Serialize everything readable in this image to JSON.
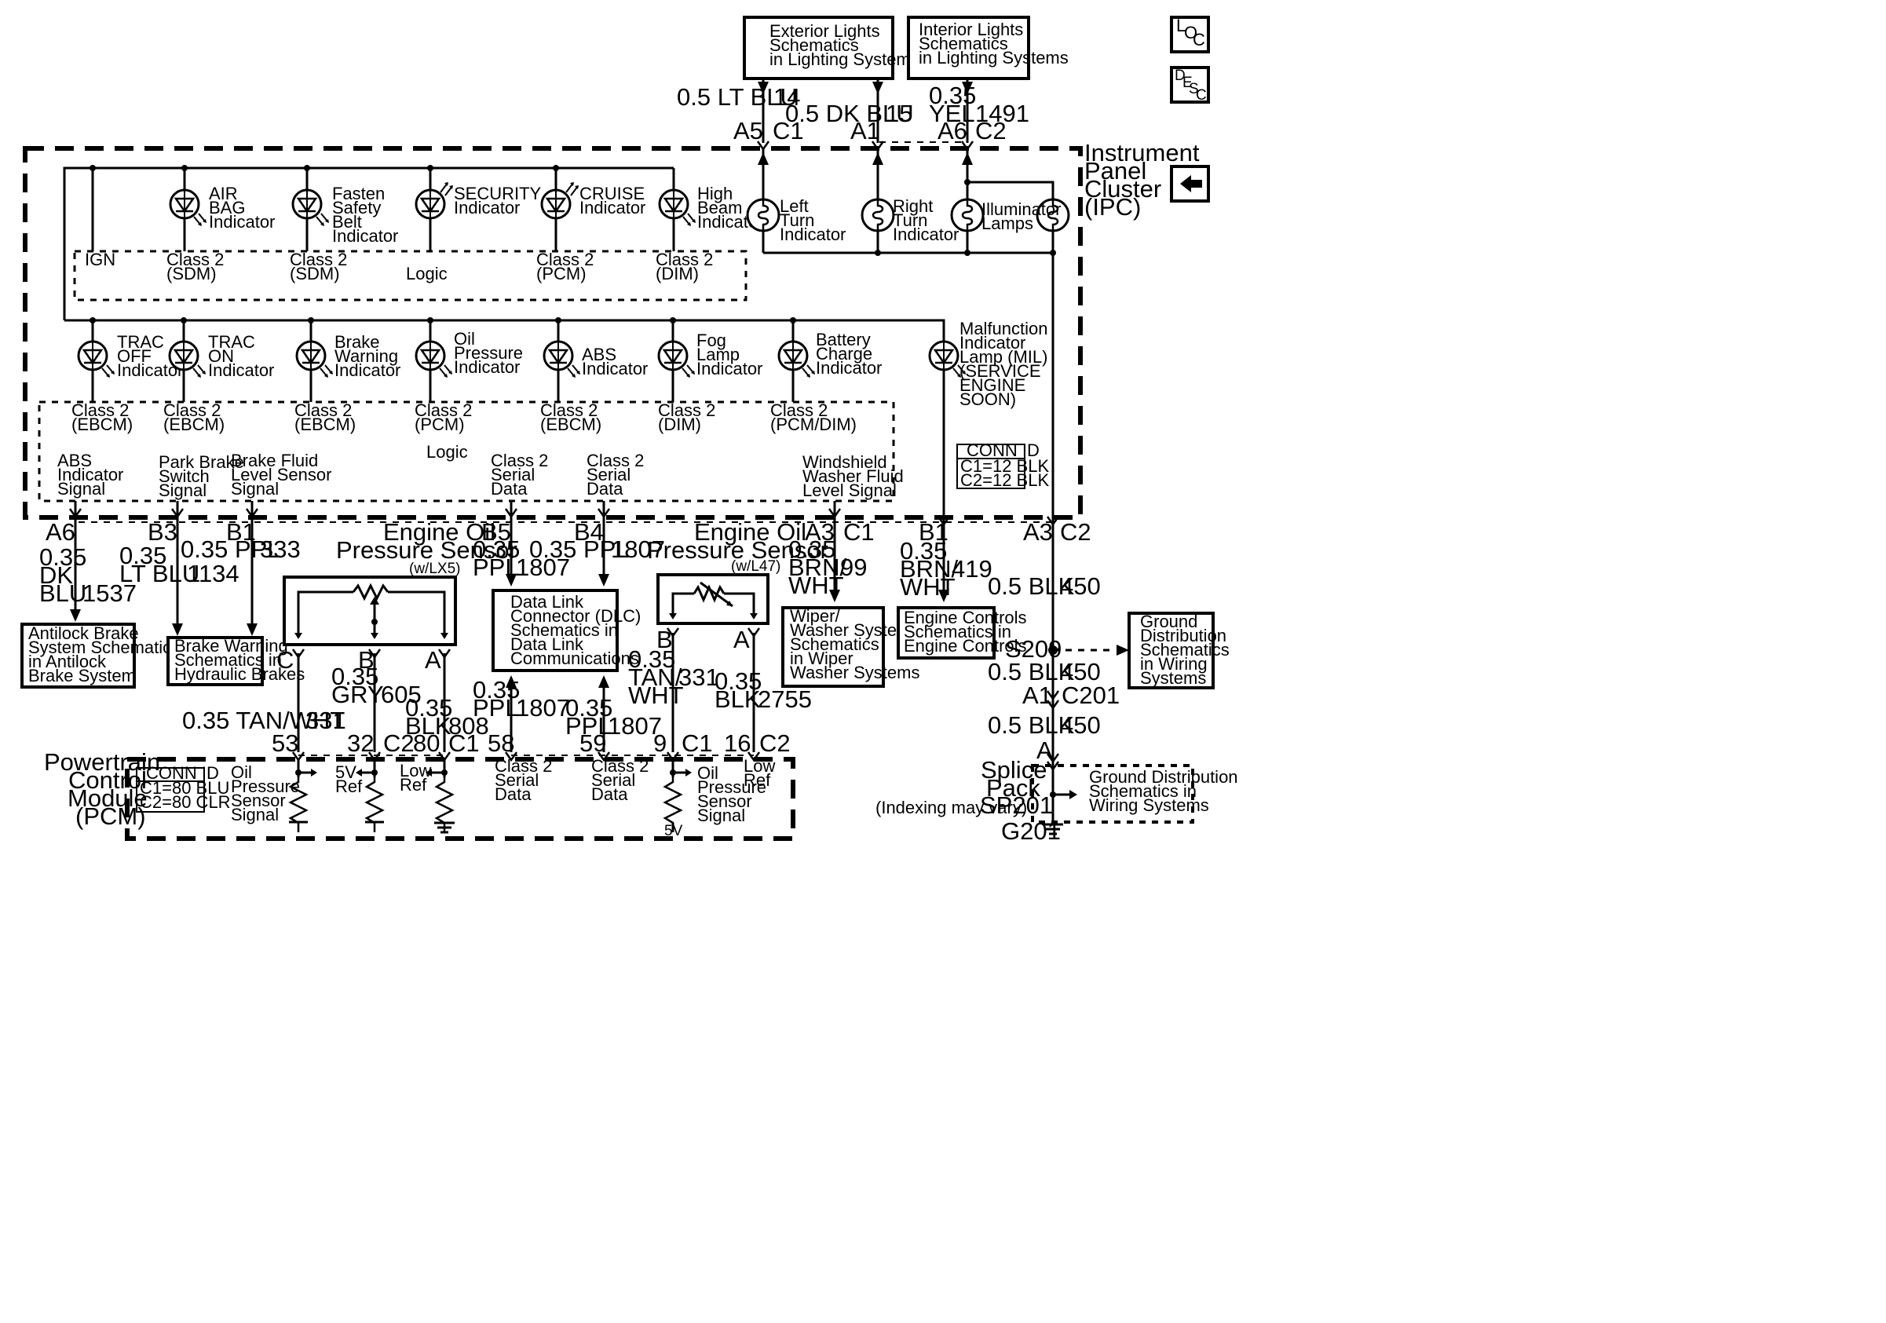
{
  "external_boxes": {
    "exterior_lights": [
      "Exterior Lights",
      "Schematics",
      "in Lighting Systems"
    ],
    "interior_lights": [
      "Interior Lights",
      "Schematics",
      "in Lighting Systems"
    ],
    "antilock_brake": [
      "Antilock Brake",
      "System Schematics",
      "in Antilock",
      "Brake System"
    ],
    "brake_warning": [
      "Brake Warning",
      "Schematics in",
      "Hydraulic Brakes"
    ],
    "dlc": [
      "Data Link",
      "Connector (DLC)",
      "Schematics in",
      "Data Link",
      "Communications"
    ],
    "wiper": [
      "Wiper/",
      "Washer System",
      "Schematics",
      "in Wiper",
      "Washer Systems"
    ],
    "engine_controls": [
      "Engine Controls",
      "Schematics in",
      "Engine Controls"
    ],
    "ground_distribution": [
      "Ground",
      "Distribution",
      "Schematics",
      "in Wiring",
      "Systems"
    ],
    "splice_ground": [
      "Ground Distribution",
      "Schematics in",
      "Wiring Systems"
    ]
  },
  "nav": {
    "loc": [
      "L",
      "O",
      "C"
    ],
    "desc": [
      "D",
      "E",
      "S",
      "C"
    ]
  },
  "ipc": {
    "title": [
      "Instrument",
      "Panel",
      "Cluster",
      "(IPC)"
    ],
    "conn_id": [
      "CONN ID",
      "C1=12 BLK",
      "C2=12 BLK"
    ],
    "top_wires": {
      "w14": {
        "gauge_color": "0.5 LT BLU",
        "circuit": "14",
        "pin": "A5",
        "conn": "C1"
      },
      "w15": {
        "gauge_color": "0.5 DK BLU",
        "circuit": "15",
        "pin": "A1"
      },
      "w1491": {
        "gauge": "0.35",
        "color": "YEL",
        "circuit": "1491",
        "pin": "A6",
        "conn": "C2"
      }
    },
    "upper_indicators": [
      {
        "label": [
          "AIR",
          "BAG",
          "Indicator"
        ],
        "source": [
          "Class 2",
          "(SDM)"
        ]
      },
      {
        "label": [
          "Fasten",
          "Safety",
          "Belt",
          "Indicator"
        ],
        "source": [
          "Class 2",
          "(SDM)"
        ]
      },
      {
        "label": [
          "SECURITY",
          "Indicator"
        ]
      },
      {
        "label": [
          "CRUISE",
          "Indicator"
        ],
        "source": [
          "Class 2",
          "(PCM)"
        ]
      },
      {
        "label": [
          "High",
          "Beam",
          "Indicator"
        ],
        "source": [
          "Class 2",
          "(DIM)"
        ]
      }
    ],
    "ign": "IGN",
    "logic": "Logic",
    "lamps": {
      "left_turn": [
        "Left",
        "Turn",
        "Indicator"
      ],
      "right_turn": [
        "Right",
        "Turn",
        "Indicator"
      ],
      "illuminator": [
        "Illuminator",
        "Lamps"
      ]
    },
    "lower_indicators": [
      {
        "label": [
          "TRAC",
          "OFF",
          "Indicator"
        ],
        "source": [
          "Class 2",
          "(EBCM)"
        ]
      },
      {
        "label": [
          "TRAC",
          "ON",
          "Indicator"
        ],
        "source": [
          "Class 2",
          "(EBCM)"
        ]
      },
      {
        "label": [
          "Brake",
          "Warning",
          "Indicator"
        ],
        "source": [
          "Class 2",
          "(EBCM)"
        ]
      },
      {
        "label": [
          "Oil",
          "Pressure",
          "Indicator"
        ],
        "source": [
          "Class 2",
          "(PCM)"
        ]
      },
      {
        "label": [
          "ABS",
          "Indicator"
        ],
        "source": [
          "Class 2",
          "(EBCM)"
        ]
      },
      {
        "label": [
          "Fog",
          "Lamp",
          "Indicator"
        ],
        "source": [
          "Class 2",
          "(DIM)"
        ]
      },
      {
        "label": [
          "Battery",
          "Charge",
          "Indicator"
        ],
        "source": [
          "Class 2",
          "(PCM/DIM)"
        ]
      }
    ],
    "mil": [
      "Malfunction",
      "Indicator",
      "Lamp (MIL)",
      "(SERVICE",
      "ENGINE",
      "SOON)"
    ],
    "signals": {
      "abs": [
        "ABS",
        "Indicator",
        "Signal"
      ],
      "park": [
        "Park Brake",
        "Switch",
        "Signal"
      ],
      "fluid": [
        "Brake Fluid",
        "Level Sensor",
        "Signal"
      ],
      "serial1": [
        "Class 2",
        "Serial",
        "Data"
      ],
      "serial2": [
        "Class 2",
        "Serial",
        "Data"
      ],
      "washer": [
        "Windshield",
        "Washer Fluid",
        "Level Signal"
      ]
    }
  },
  "bottom_wires": {
    "a6": {
      "pin": "A6",
      "gauge": "0.35",
      "color": [
        "DK",
        "BLU"
      ],
      "circuit": "1537"
    },
    "b3": {
      "pin": "B3",
      "gauge": "0.35",
      "color": "LT BLU",
      "circuit": "1134"
    },
    "b1_333": {
      "pin": "B1",
      "gauge_color": "0.35 PPL",
      "circuit": "333"
    },
    "b5": {
      "pin": "B5",
      "gauge": "0.35",
      "color": "PPL",
      "circuit": "1807"
    },
    "b4": {
      "pin": "B4",
      "gauge_color": "0.35 PPL",
      "circuit": "1807"
    },
    "a3_99": {
      "pin": "A3",
      "conn": "C1",
      "gauge": "0.35",
      "color": [
        "BRN/",
        "WHT"
      ],
      "circuit": "99"
    },
    "b1_419": {
      "pin": "B1",
      "gauge": "0.35",
      "color": [
        "BRN/",
        "WHT"
      ],
      "circuit": "419"
    },
    "a3_450": {
      "pin": "A3",
      "conn": "C2",
      "gauge_color": "0.5 BLK",
      "circuit": "450"
    }
  },
  "sensors": {
    "lx5": {
      "title": [
        "Engine Oil",
        "Pressure Sensor"
      ],
      "variant": "(w/LX5)",
      "pins": [
        "C",
        "B",
        "A"
      ]
    },
    "l47": {
      "title": [
        "Engine Oil",
        "Pressure Sensor"
      ],
      "variant": "(w/L47)",
      "pins": [
        "B",
        "A"
      ]
    }
  },
  "pcm_wires": {
    "w331a": {
      "gauge_color": "0.35 TAN/WHT",
      "circuit": "331",
      "pin": "53"
    },
    "w605": {
      "gauge": "0.35",
      "color": "GRY",
      "circuit": "605",
      "pin": "32",
      "conn": "C2"
    },
    "w808": {
      "gauge": "0.35",
      "color": "BLK",
      "circuit": "808",
      "pin": "80",
      "conn": "C1"
    },
    "w1807a": {
      "gauge": "0.35",
      "color": "PPL",
      "circuit": "1807",
      "pin": "58"
    },
    "w1807b": {
      "gauge": "0.35",
      "color": "PPL",
      "circuit": "1807",
      "pin": "59"
    },
    "w331b": {
      "gauge": "0.35",
      "color": [
        "TAN/",
        "WHT"
      ],
      "circuit": "331",
      "pin": "9",
      "conn": "C1"
    },
    "w2755": {
      "gauge": "0.35",
      "color": "BLK",
      "circuit": "2755",
      "pin": "16",
      "conn": "C2"
    }
  },
  "pcm": {
    "title": [
      "Powertrain",
      "Control",
      "Module",
      "(PCM)"
    ],
    "conn_id": [
      "CONN ID",
      "C1=80 BLU",
      "C2=80 CLR"
    ],
    "labels": {
      "oil1": [
        "Oil",
        "Pressure",
        "Sensor",
        "Signal"
      ],
      "ref5v": [
        "5V",
        "Ref"
      ],
      "lowref": [
        "Low",
        "Ref"
      ],
      "serial1": [
        "Class 2",
        "Serial",
        "Data"
      ],
      "serial2": [
        "Class 2",
        "Serial",
        "Data"
      ],
      "oil2": [
        "Oil",
        "Pressure",
        "Sensor",
        "Signal"
      ],
      "lowref2": [
        "Low",
        "Ref"
      ],
      "v5": "5V"
    }
  },
  "ground_path": {
    "s209": "S209",
    "w450a": {
      "gauge_color": "0.5 BLK",
      "circuit": "450"
    },
    "c201": {
      "pin": "A1",
      "conn": "C201"
    },
    "w450b": {
      "gauge_color": "0.5 BLK",
      "circuit": "450"
    },
    "splice_pin": "A",
    "splice_title": [
      "Splice",
      "Pack"
    ],
    "indexing": "(Indexing may vary)",
    "sp201": "SP201",
    "g201": "G201"
  }
}
